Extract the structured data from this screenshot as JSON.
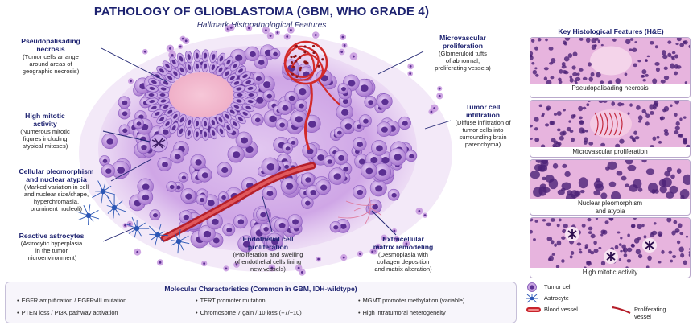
{
  "header": {
    "title": "PATHOLOGY OF GLIOBLASTOMA (GBM, WHO GRADE 4)",
    "subtitle": "Hallmark Histopathological Features"
  },
  "annotations": [
    {
      "key": "pseudo",
      "heading_lines": [
        "Pseudopalisading",
        "necrosis"
      ],
      "desc_lines": [
        "(Tumor cells arrange",
        "around areas of",
        "geographic necrosis)"
      ]
    },
    {
      "key": "mitotic",
      "heading_lines": [
        "High mitotic",
        "activity"
      ],
      "desc_lines": [
        "(Numerous mitotic",
        "figures including",
        "atypical mitoses)"
      ]
    },
    {
      "key": "pleo",
      "heading_lines": [
        "Cellular pleomorphism",
        "and nuclear atypia"
      ],
      "desc_lines": [
        "(Marked variation in cell",
        "and nuclear size/shape,",
        "hyperchromasia,",
        "prominent nucleoli)"
      ]
    },
    {
      "key": "astro",
      "heading_lines": [
        "Reactive astrocytes"
      ],
      "desc_lines": [
        "(Astrocytic hyperplasia",
        "in the tumor",
        "microenvironment)"
      ]
    },
    {
      "key": "endo",
      "heading_lines": [
        "Endothelial cell",
        "proliferation"
      ],
      "desc_lines": [
        "(Proliferation and swelling",
        "of endothelial cells lining",
        "new vessels)"
      ]
    },
    {
      "key": "ecm",
      "heading_lines": [
        "Extracellular",
        "matrix remodeling"
      ],
      "desc_lines": [
        "(Desmoplasia with",
        "collagen deposition",
        "and matrix alteration)"
      ]
    },
    {
      "key": "micro",
      "heading_lines": [
        "Microvascular",
        "proliferation"
      ],
      "desc_lines": [
        "(Glomeruloid tufts",
        "of abnormal,",
        "proliferating vessels)"
      ]
    },
    {
      "key": "infil",
      "heading_lines": [
        "Tumor cell",
        "infiltration"
      ],
      "desc_lines": [
        "(Diffuse infiltration of",
        "tumor cells into",
        "surrounding brain",
        "parenchyma)"
      ]
    }
  ],
  "histology_panel": {
    "title": "Key Histological Features (H&E)",
    "tiles": [
      {
        "caption_lines": [
          "Pseudopalisading necrosis"
        ]
      },
      {
        "caption_lines": [
          "Microvascular proliferation"
        ]
      },
      {
        "caption_lines": [
          "Nuclear pleomorphism",
          "and atypia"
        ]
      },
      {
        "caption_lines": [
          "High mitotic activity"
        ]
      }
    ]
  },
  "molecular": {
    "title": "Molecular Characteristics (Common in GBM, IDH-wildtype)",
    "items": [
      "EGFR amplification / EGFRvIII mutation",
      "TERT promoter mutation",
      "MGMT promoter methylation (variable)",
      "PTEN loss / PI3K pathway activation",
      "Chromosome 7 gain / 10 loss (+7/−10)",
      "High intratumoral heterogeneity"
    ]
  },
  "legend": {
    "items": [
      {
        "label_lines": [
          "Tumor cell"
        ],
        "icon": "tumor-cell-icon"
      },
      {
        "label_lines": [
          "Astrocyte"
        ],
        "icon": "astrocyte-icon"
      },
      {
        "label_lines": [
          "Blood vessel"
        ],
        "icon": "blood-vessel-icon"
      },
      {
        "label_lines": [
          "Proliferating",
          "vessel"
        ],
        "icon": "proliferating-vessel-icon"
      }
    ]
  },
  "colors": {
    "title": "#1d2270",
    "cell_body": "#c7a3e0",
    "nucleus": "#5b2f92",
    "vessel": "#d22a2a",
    "he_pink": "#e7b4de",
    "he_nucleus": "#4c2277"
  }
}
